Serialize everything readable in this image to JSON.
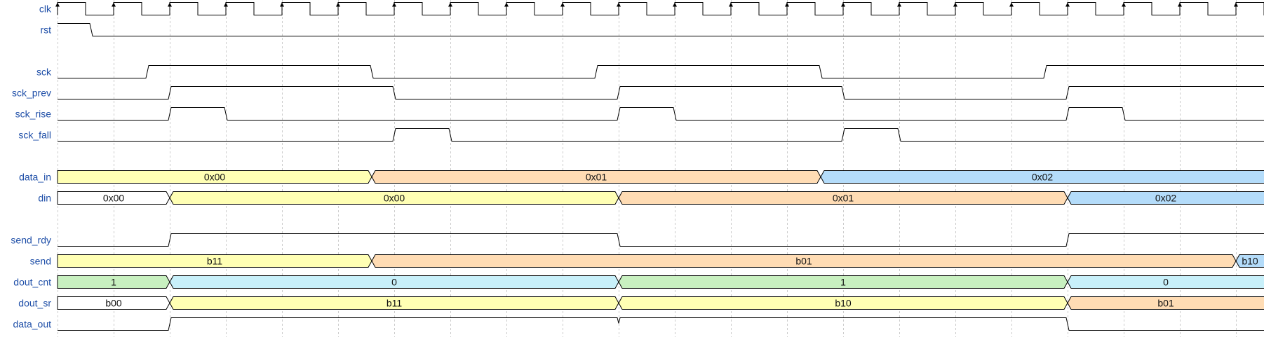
{
  "timing": {
    "cycles": 22,
    "clock_edge_marker": "up-arrow",
    "colors": {
      "label": "#1f4fa8",
      "wire": "#000000",
      "grid": "#cccccc",
      "yellow": "#ffffb4",
      "orange": "#ffdcb4",
      "blue": "#b4dcfa",
      "cyan": "#c8f0fa",
      "green": "#c8f0c0",
      "white": "#ffffff"
    },
    "signals": [
      {
        "id": "clk",
        "name": "clk",
        "kind": "clock"
      },
      {
        "id": "rst",
        "name": "rst",
        "kind": "digital",
        "wave": [
          [
            0,
            1
          ],
          [
            0.6,
            0
          ]
        ]
      },
      {
        "id": "gap1",
        "kind": "gap"
      },
      {
        "id": "sck",
        "name": "sck",
        "kind": "digital",
        "wave": [
          [
            0,
            0
          ],
          [
            1.6,
            1
          ],
          [
            5.6,
            0
          ],
          [
            9.6,
            1
          ],
          [
            13.6,
            0
          ],
          [
            17.6,
            1
          ]
        ]
      },
      {
        "id": "sck_prev",
        "name": "sck_prev",
        "kind": "digital",
        "wave": [
          [
            0,
            0
          ],
          [
            2,
            1
          ],
          [
            6,
            0
          ],
          [
            10,
            1
          ],
          [
            14,
            0
          ],
          [
            18,
            1
          ]
        ]
      },
      {
        "id": "sck_rise",
        "name": "sck_rise",
        "kind": "digital",
        "wave": [
          [
            0,
            0
          ],
          [
            2,
            1
          ],
          [
            3,
            0
          ],
          [
            10,
            1
          ],
          [
            11,
            0
          ],
          [
            18,
            1
          ],
          [
            19,
            0
          ]
        ]
      },
      {
        "id": "sck_fall",
        "name": "sck_fall",
        "kind": "digital",
        "wave": [
          [
            0,
            0
          ],
          [
            6,
            1
          ],
          [
            7,
            0
          ],
          [
            14,
            1
          ],
          [
            15,
            0
          ]
        ]
      },
      {
        "id": "gap2",
        "kind": "gap"
      },
      {
        "id": "data_in",
        "name": "data_in",
        "kind": "bus",
        "segments": [
          {
            "t": 0,
            "value": "0x00",
            "color": "yellow"
          },
          {
            "t": 5.6,
            "value": "0x01",
            "color": "orange"
          },
          {
            "t": 13.6,
            "value": "0x02",
            "color": "blue"
          }
        ]
      },
      {
        "id": "din",
        "name": "din",
        "kind": "bus",
        "segments": [
          {
            "t": 0,
            "value": "0x00",
            "color": "white"
          },
          {
            "t": 2,
            "value": "0x00",
            "color": "yellow"
          },
          {
            "t": 10,
            "value": "0x01",
            "color": "orange"
          },
          {
            "t": 18,
            "value": "0x02",
            "color": "blue"
          }
        ]
      },
      {
        "id": "gap3",
        "kind": "gap"
      },
      {
        "id": "send_rdy",
        "name": "send_rdy",
        "kind": "digital",
        "wave": [
          [
            0,
            0
          ],
          [
            2,
            1
          ],
          [
            10,
            0
          ],
          [
            18,
            1
          ]
        ]
      },
      {
        "id": "send",
        "name": "send",
        "kind": "bus",
        "segments": [
          {
            "t": 0,
            "value": "b11",
            "color": "yellow"
          },
          {
            "t": 5.6,
            "value": "b01",
            "color": "orange"
          },
          {
            "t": 21,
            "value": "b10",
            "color": "blue"
          }
        ]
      },
      {
        "id": "dout_cnt",
        "name": "dout_cnt",
        "kind": "bus",
        "segments": [
          {
            "t": 0,
            "value": "1",
            "color": "green"
          },
          {
            "t": 2,
            "value": "0",
            "color": "cyan"
          },
          {
            "t": 10,
            "value": "1",
            "color": "green"
          },
          {
            "t": 18,
            "value": "0",
            "color": "cyan"
          }
        ]
      },
      {
        "id": "dout_sr",
        "name": "dout_sr",
        "kind": "bus",
        "segments": [
          {
            "t": 0,
            "value": "b00",
            "color": "white"
          },
          {
            "t": 2,
            "value": "b11",
            "color": "yellow"
          },
          {
            "t": 10,
            "value": "b10",
            "color": "yellow"
          },
          {
            "t": 18,
            "value": "b01",
            "color": "orange"
          }
        ]
      },
      {
        "id": "data_out",
        "name": "data_out",
        "kind": "digital",
        "wave": [
          [
            0,
            0
          ],
          [
            2,
            1
          ],
          [
            10,
            "glitch"
          ],
          [
            18,
            0
          ]
        ]
      }
    ]
  }
}
